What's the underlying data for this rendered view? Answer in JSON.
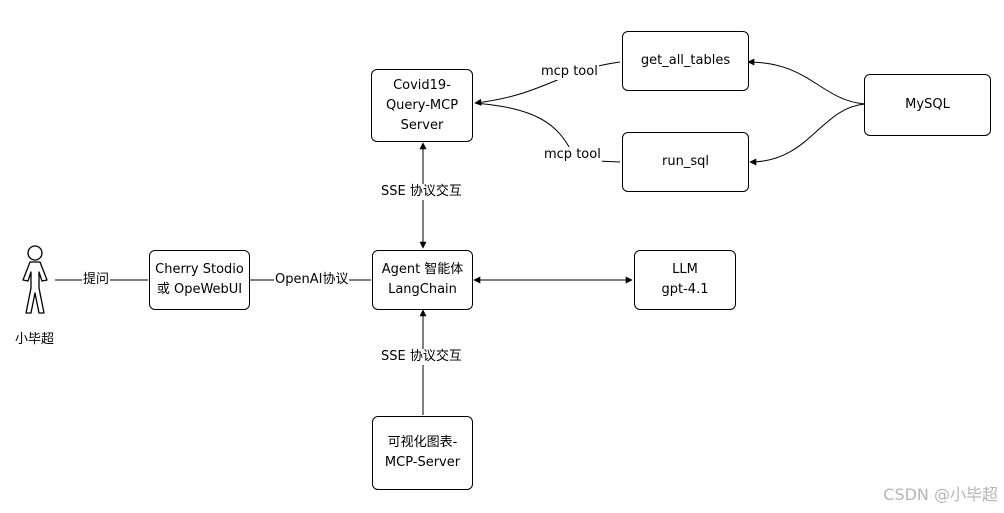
{
  "nodes": {
    "covid_server": "Covid19-\nQuery-MCP\nServer",
    "get_all_tables": "get_all_tables",
    "run_sql": "run_sql",
    "mysql": "MySQL",
    "cherry_studio": "Cherry Stodio\n或 OpeWebUI",
    "agent": "Agent 智能体\nLangChain",
    "llm": "LLM\ngpt-4.1",
    "chart_server": "可视化图表-\nMCP-Server"
  },
  "actor": {
    "name": "小毕超",
    "icon": "stick-figure-user-icon"
  },
  "edges": {
    "mcp_tool_top": "mcp tool",
    "mcp_tool_bottom": "mcp tool",
    "sse_top": "SSE 协议交互",
    "sse_bottom": "SSE 协议交互",
    "ask": "提问",
    "openai": "OpenAI协议"
  },
  "watermark": "CSDN @小毕超"
}
